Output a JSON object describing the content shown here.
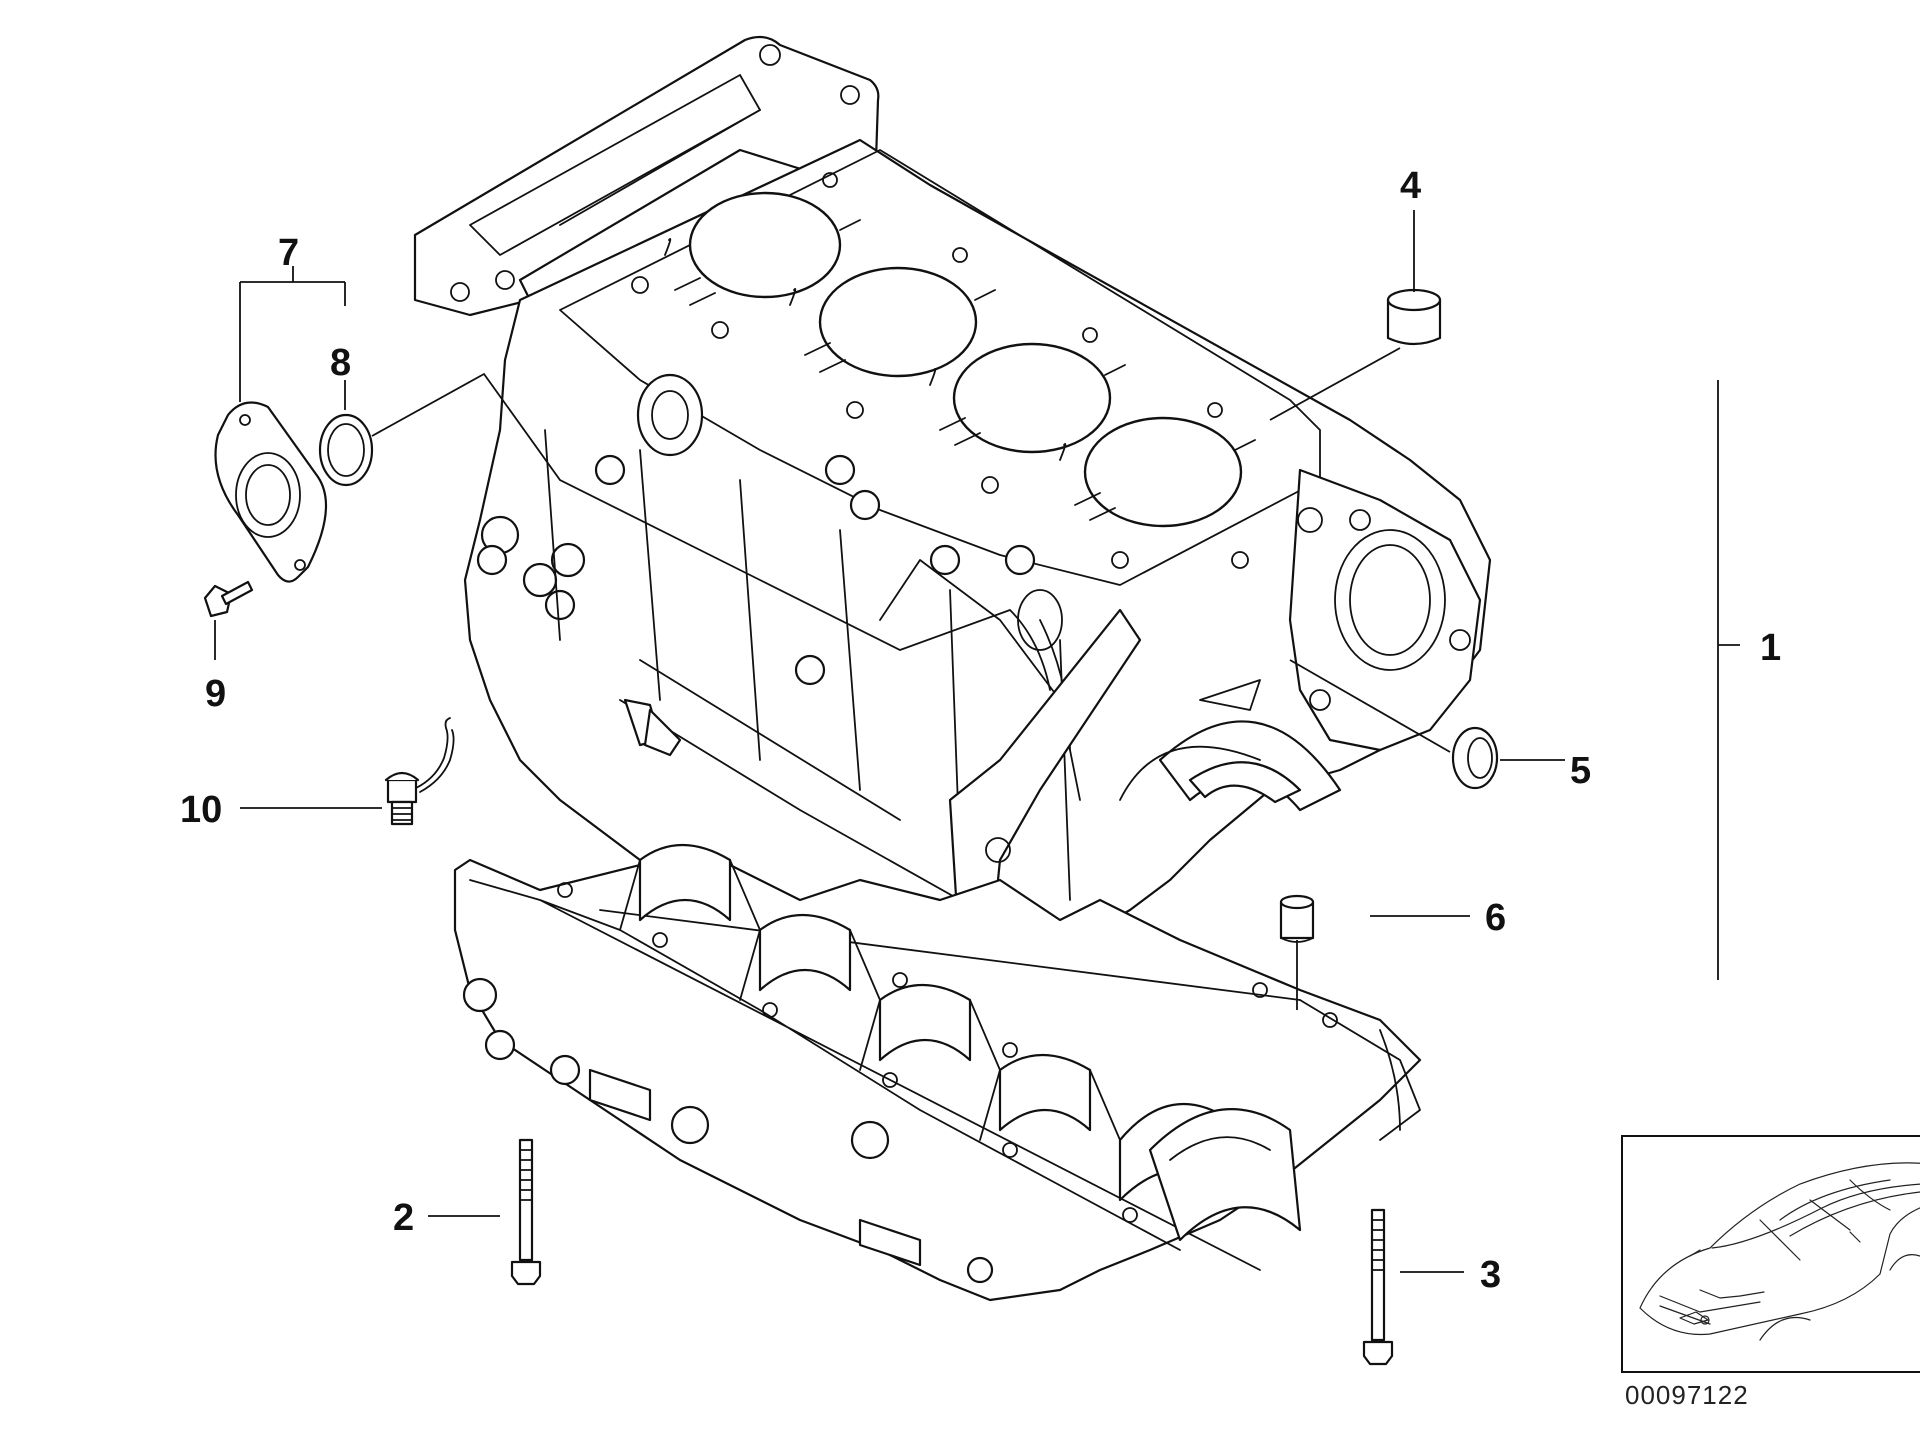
{
  "callouts": {
    "c1": "1",
    "c2": "2",
    "c3": "3",
    "c4": "4",
    "c5": "5",
    "c6": "6",
    "c7": "7",
    "c8": "8",
    "c9": "9",
    "c10": "10"
  },
  "reference_number": "00097122",
  "icons": {
    "inset": "car-location-icon"
  }
}
